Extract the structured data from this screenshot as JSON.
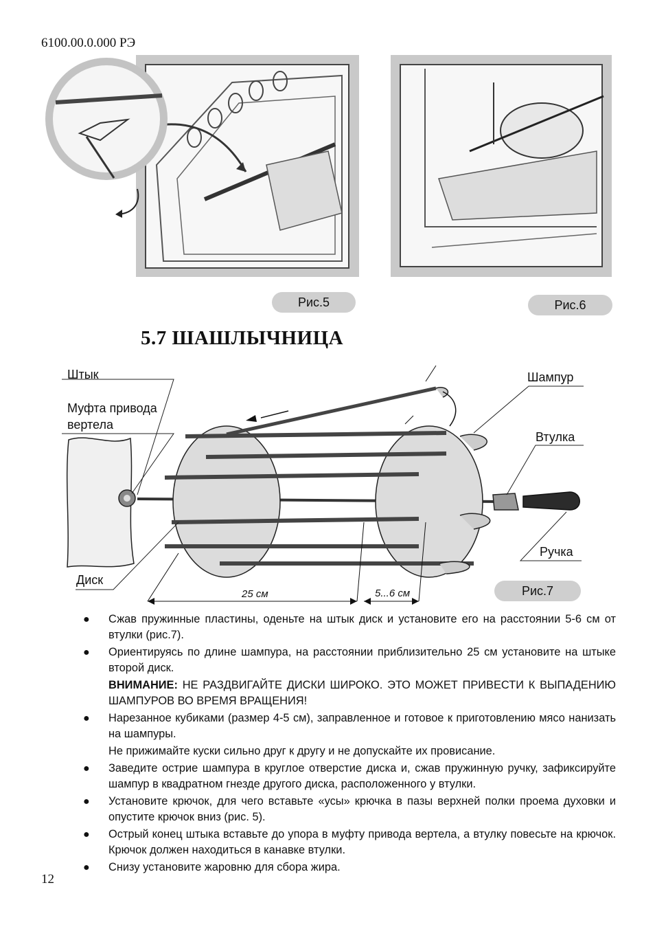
{
  "header": {
    "doc_code": "6100.00.0.000 РЭ"
  },
  "figures": {
    "fig5": {
      "label": "Рис.5"
    },
    "fig6": {
      "label": "Рис.6"
    },
    "fig7": {
      "label": "Рис.7"
    }
  },
  "section": {
    "title": "5.7  ШАШЛЫЧНИЦА"
  },
  "diagram": {
    "labels": {
      "shtyk": "Штык",
      "mufta_line1": "Муфта привода",
      "mufta_line2": "вертела",
      "disk": "Диск",
      "shampur": "Шампур",
      "vtulka": "Втулка",
      "ruchka": "Ручка"
    },
    "dimensions": {
      "length": "25 см",
      "offset": "5...6 см"
    }
  },
  "steps": [
    {
      "text": "Сжав пружинные пластины, оденьте на штык диск и установите его на расстоянии 5-6 см от втулки (рис.7)."
    },
    {
      "text": "Ориентируясь по длине шампура, на расстоянии приблизительно 25 см установите на штыке второй диск."
    },
    {
      "note_bold": "ВНИМАНИЕ:",
      "note_text": " НЕ РАЗДВИГАЙТЕ ДИСКИ ШИРОКО. ЭТО МОЖЕТ ПРИВЕСТИ К ВЫПАДЕНИЮ ШАМПУРОВ ВО ВРЕМЯ ВРАЩЕНИЯ!"
    },
    {
      "text": "Нарезанное кубиками (размер 4-5 см), заправленное и готовое к приготовлению мясо нанизать на шампуры."
    },
    {
      "note_text": "Не прижимайте куски сильно друг к другу и не допускайте их провисание."
    },
    {
      "text": "Заведите острие шампура в круглое отверстие диска и, сжав пружинную ручку, зафиксируйте шампур в квадратном гнезде другого диска, расположенного у втулки."
    },
    {
      "text": "Установите крючок, для чего вставьте «усы» крючка в пазы верхней полки проема духовки и опустите крючок вниз (рис. 5)."
    },
    {
      "text": "Острый конец штыка вставьте до упора в муфту привода вертела, а втулку повесьте на крючок. Крючок должен находиться в канавке втулки."
    },
    {
      "text": "Снизу установите жаровню для сбора жира."
    }
  ],
  "footer": {
    "page_number": "12"
  }
}
